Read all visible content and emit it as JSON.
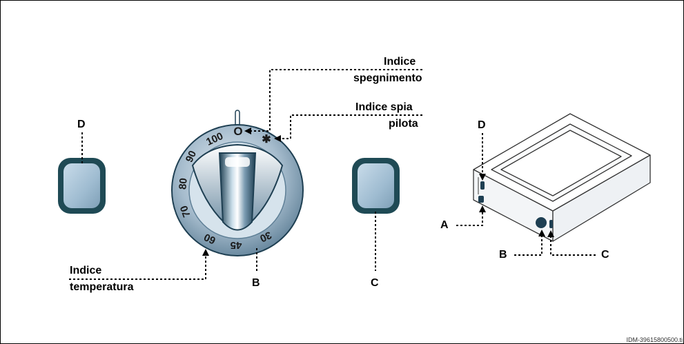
{
  "labels": {
    "indice_spegnimento": [
      "Indice",
      "spegnimento"
    ],
    "indice_spia_pilota": [
      "Indice spia",
      "pilota"
    ],
    "indice_temperatura": [
      "Indice",
      "temperatura"
    ],
    "letter_a": "A",
    "letter_b": "B",
    "letter_c": "C",
    "letter_d": "D"
  },
  "knob": {
    "scale": [
      "100",
      "90",
      "80",
      "70",
      "60",
      "45",
      "30"
    ],
    "off_symbol": "O",
    "pilot_symbol": "✱"
  },
  "reference_code": "IDM-39615800500.ti",
  "colors": {
    "button_border": "#1f4a55",
    "button_fill": "#aac6da",
    "knob_ring": "#8fa9bd",
    "knob_dark": "#1e3f52"
  }
}
